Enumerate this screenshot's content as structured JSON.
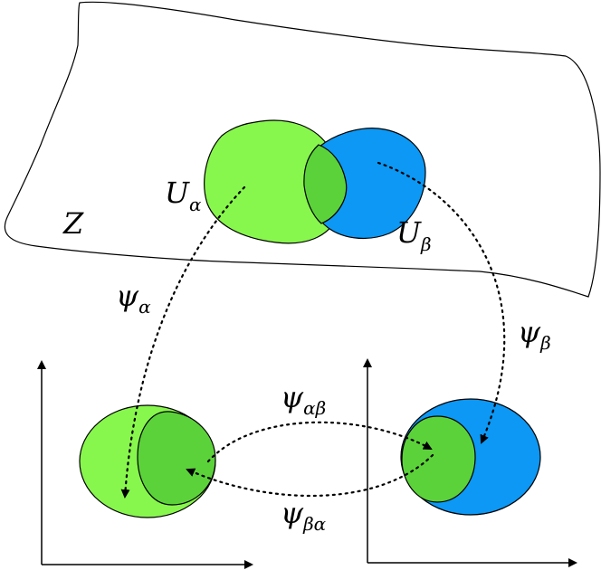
{
  "colors": {
    "patch_alpha": "#88f74d",
    "patch_beta": "#0c98f4",
    "overlap": "#5cd23a",
    "outline": "#000000",
    "background": "#ffffff"
  },
  "labels": {
    "space": {
      "main": "Z"
    },
    "u_alpha": {
      "main": "U",
      "sub": "α"
    },
    "u_beta": {
      "main": "U",
      "sub": "β"
    },
    "psi_alpha": {
      "main": "ψ",
      "sub": "α"
    },
    "psi_beta": {
      "main": "ψ",
      "sub": "β"
    },
    "psi_alpha_beta": {
      "main": "ψ",
      "sub": "αβ"
    },
    "psi_beta_alpha": {
      "main": "ψ",
      "sub": "βα"
    }
  }
}
